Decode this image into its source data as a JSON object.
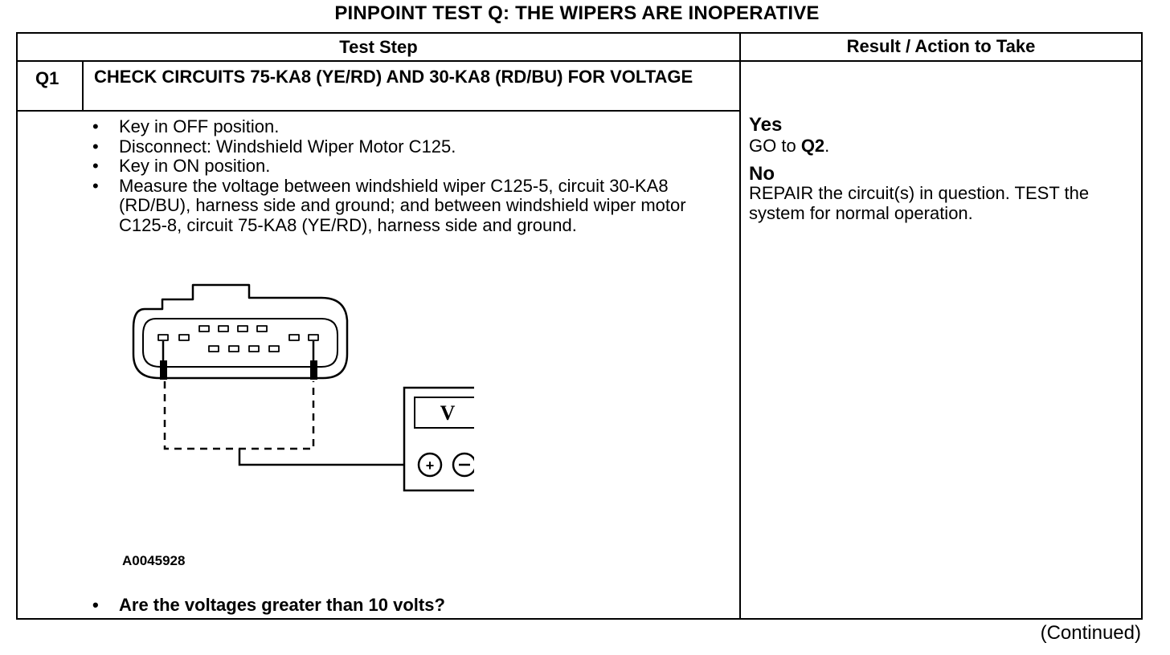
{
  "title": "PINPOINT TEST  Q: THE WIPERS ARE INOPERATIVE",
  "headers": {
    "test_step": "Test Step",
    "result": "Result / Action to Take"
  },
  "step": {
    "id": "Q1",
    "title": "CHECK CIRCUITS 75-KA8 (YE/RD) AND 30-KA8 (RD/BU) FOR VOLTAGE",
    "bullet": "•",
    "instructions": [
      "Key in OFF position.",
      "Disconnect: Windshield Wiper Motor C125.",
      "Key in ON position.",
      "Measure the voltage between windshield wiper C125-5, circuit 30-KA8 (RD/BU), harness side and ground; and between windshield wiper motor C125-8, circuit 75-KA8 (YE/RD), harness side and ground."
    ],
    "figure_id": "A0045928",
    "meter_symbol": "V",
    "question": "Are the voltages greater than 10 volts?"
  },
  "results": {
    "yes_label": "Yes",
    "yes_action_prefix": "GO to",
    "yes_action_target": "Q2",
    "no_label": "No",
    "no_action": "REPAIR the circuit(s) in question. TEST the system for normal operation."
  },
  "footer": "(Continued)"
}
